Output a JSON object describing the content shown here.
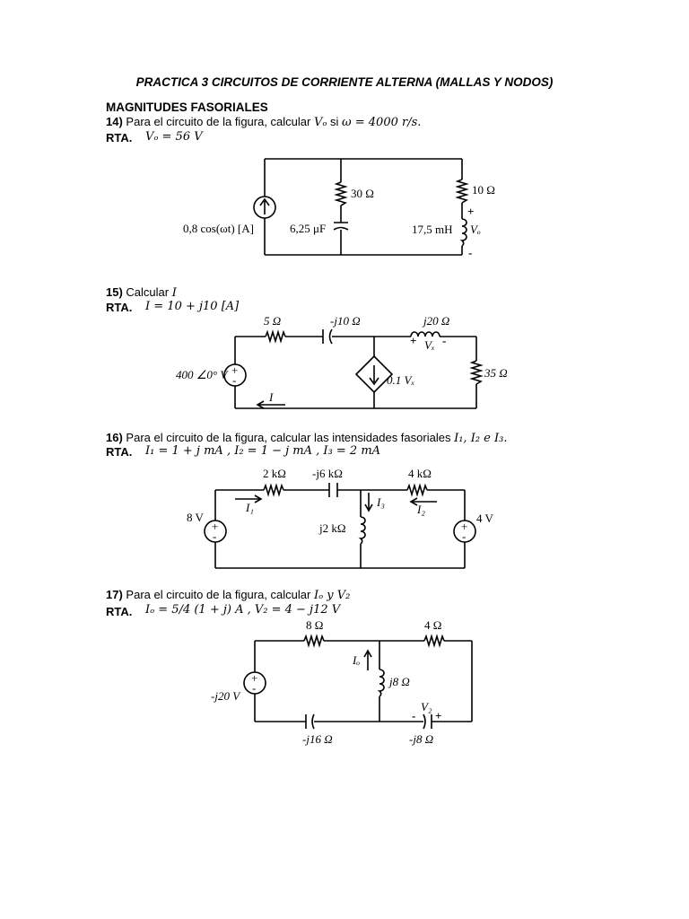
{
  "title": "PRACTICA 3 CIRCUITOS DE CORRIENTE ALTERNA (MALLAS Y NODOS)",
  "section": "MAGNITUDES FASORIALES",
  "rta_label": "RTA.",
  "p14": {
    "num": "14)",
    "text_a": "Para el circuito de la figura, calcular",
    "sym_vo": "Vₒ",
    "text_b": "si",
    "omega": "ω = 4000 r/s.",
    "answer": "Vₒ = 56  V",
    "labels": {
      "source": "0,8 cos(ωt) [A]",
      "r30": "30 Ω",
      "cap": "6,25 μF",
      "r10": "10 Ω",
      "ind": "17,5 mH",
      "vo": "Vₒ",
      "plus": "+",
      "minus": "-"
    }
  },
  "p15": {
    "num": "15)",
    "text": "Calcular",
    "sym": "I",
    "answer": "I = 10 + j10  [A]",
    "labels": {
      "r5": "5 Ω",
      "cap": "-j10 Ω",
      "ind": "j20 Ω",
      "src": "400 ∠0° V",
      "dep": "0.1 Vₓ",
      "r35": "35 Ω",
      "vx": "Vₓ",
      "i": "I",
      "plus": "+",
      "minus": "-"
    }
  },
  "p16": {
    "num": "16)",
    "text": "Para el circuito de la figura, calcular las intensidades fasoriales",
    "syms": "I₁, I₂ e I₃.",
    "answer": "I₁ = 1 + j  mA ,  I₂ = 1 − j  mA ,  I₃ = 2 mA",
    "labels": {
      "r2k": "2 kΩ",
      "cap": "-j6 kΩ",
      "r4k": "4 kΩ",
      "ind": "j2 kΩ",
      "v8": "8 V",
      "v4": "4 V",
      "i1": "I₁",
      "i2": "I₂",
      "i3": "I₃"
    }
  },
  "p17": {
    "num": "17)",
    "text": "Para el circuito de la figura, calcular",
    "syms": "Iₒ y V₂",
    "answer": "Iₒ = 5/4 (1 + j)  A ,  V₂ = 4 − j12  V",
    "labels": {
      "r8": "8 Ω",
      "r4": "4 Ω",
      "ind": "j8 Ω",
      "src": "-j20 V",
      "c16": "-j16 Ω",
      "c8": "-j8 Ω",
      "io": "Iₒ",
      "v2": "V₂",
      "plus": "+",
      "minus": "-"
    }
  }
}
